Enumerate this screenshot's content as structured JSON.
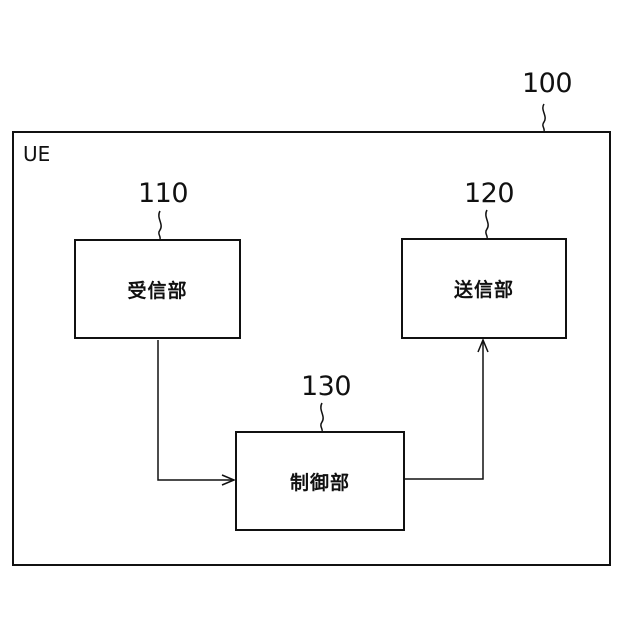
{
  "diagram": {
    "outer": {
      "ref": "100",
      "title": "UE"
    },
    "blocks": {
      "receiver": {
        "ref": "110",
        "label": "受信部"
      },
      "transmitter": {
        "ref": "120",
        "label": "送信部"
      },
      "controller": {
        "ref": "130",
        "label": "制御部"
      }
    },
    "connections": [
      {
        "from": "receiver",
        "to": "controller"
      },
      {
        "from": "controller",
        "to": "transmitter"
      }
    ]
  }
}
